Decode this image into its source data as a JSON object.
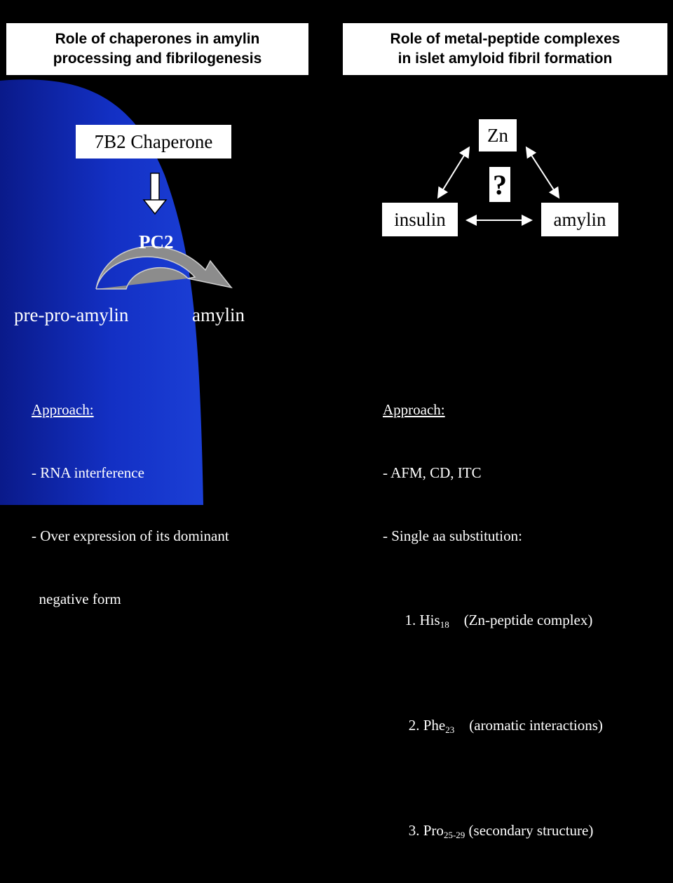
{
  "colors": {
    "background": "#000000",
    "swoosh": "#1b3fd6",
    "box": "#ffffff",
    "curved_arrow": "#8c8c8c"
  },
  "left_header": {
    "line1": "Role of chaperones in amylin",
    "line2": "processing and fibrilogenesis"
  },
  "right_header": {
    "line1": "Role of metal-peptide complexes",
    "line2": "in islet amyloid fibril formation"
  },
  "chaperone_box": "7B2 Chaperone",
  "pc2_label": "PC2",
  "pre_pro_amylin": "pre-pro-amylin",
  "amylin_left": "amylin",
  "zn_box": "Zn",
  "question_mark": "?",
  "insulin_box": "insulin",
  "amylin_box": "amylin",
  "left_approach": {
    "title": "Approach:",
    "lines": [
      "- RNA interference",
      "- Over expression of its dominant",
      "  negative form"
    ]
  },
  "right_approach": {
    "title": "Approach:",
    "line1": "- AFM, CD, ITC",
    "line2": "- Single aa substitution:",
    "item1_pre": "  1. His",
    "item1_sub": "18",
    "item1_post": "    (Zn-peptide complex)",
    "item2_pre": "   2. Phe",
    "item2_sub": "23",
    "item2_post": "    (aromatic interactions)",
    "item3_pre": "   3. Pro",
    "item3_sub": "25-29",
    "item3_post": " (secondary structure)"
  }
}
